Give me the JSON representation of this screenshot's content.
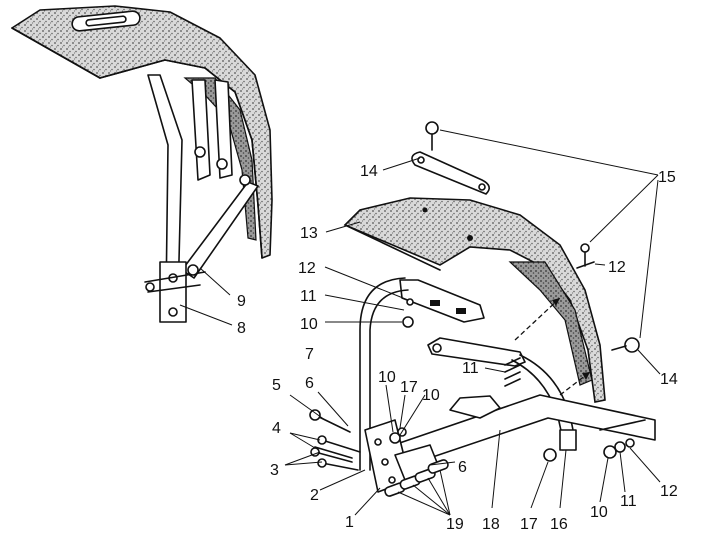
{
  "diagram": {
    "callouts": [
      {
        "id": "c9",
        "label": "9"
      },
      {
        "id": "c8",
        "label": "8"
      },
      {
        "id": "c14a",
        "label": "14"
      },
      {
        "id": "c15",
        "label": "15"
      },
      {
        "id": "c13",
        "label": "13"
      },
      {
        "id": "c12a",
        "label": "12"
      },
      {
        "id": "c12b",
        "label": "12"
      },
      {
        "id": "c11a",
        "label": "11"
      },
      {
        "id": "c10a",
        "label": "10"
      },
      {
        "id": "c7",
        "label": "7"
      },
      {
        "id": "c11b",
        "label": "11"
      },
      {
        "id": "c14b",
        "label": "14"
      },
      {
        "id": "c5",
        "label": "5"
      },
      {
        "id": "c6a",
        "label": "6"
      },
      {
        "id": "c10b",
        "label": "10"
      },
      {
        "id": "c17a",
        "label": "17"
      },
      {
        "id": "c10c",
        "label": "10"
      },
      {
        "id": "c4",
        "label": "4"
      },
      {
        "id": "c3",
        "label": "3"
      },
      {
        "id": "c6b",
        "label": "6"
      },
      {
        "id": "c2",
        "label": "2"
      },
      {
        "id": "c1",
        "label": "1"
      },
      {
        "id": "c19",
        "label": "19"
      },
      {
        "id": "c18",
        "label": "18"
      },
      {
        "id": "c17b",
        "label": "17"
      },
      {
        "id": "c16",
        "label": "16"
      },
      {
        "id": "c10d",
        "label": "10"
      },
      {
        "id": "c11c",
        "label": "11"
      },
      {
        "id": "c12c",
        "label": "12"
      }
    ]
  }
}
